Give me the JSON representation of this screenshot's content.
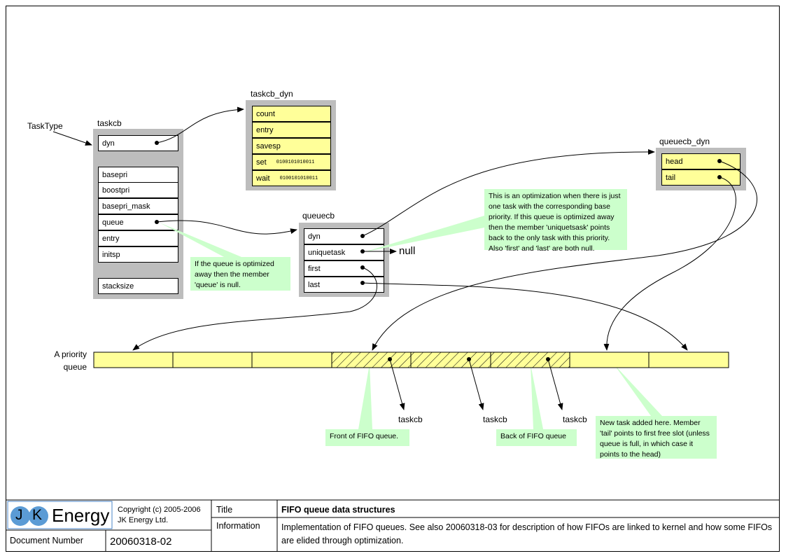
{
  "diagram": {
    "task_type_label": "TaskType",
    "taskcb": {
      "title": "taskcb",
      "fields": [
        "dyn",
        "basepri",
        "boostpri",
        "basepri_mask",
        "queue",
        "entry",
        "initsp",
        "stacksize"
      ]
    },
    "taskcb_dyn": {
      "title": "taskcb_dyn",
      "fields": [
        "count",
        "entry",
        "savesp",
        "set",
        "wait"
      ],
      "set_bits": "0100101010011",
      "wait_bits": "0100101010011"
    },
    "queuecb": {
      "title": "queuecb",
      "fields": [
        "dyn",
        "uniquetask",
        "first",
        "last"
      ]
    },
    "queuecb_dyn": {
      "title": "queuecb_dyn",
      "fields": [
        "head",
        "tail"
      ]
    },
    "null_label": "null",
    "priority_queue_label_1": "A priority",
    "priority_queue_label_2": "queue",
    "taskcb_labels": [
      "taskcb",
      "taskcb",
      "taskcb"
    ],
    "notes": {
      "queue_null": "If the queue is optimized away then the member 'queue' is null.",
      "optimization": "This is an optimization when there is just one task with the corresponding base priority. If this queue is optimized away then the member 'uniquetsask' points back to the only task with this priority. Also 'first' and 'last' are both null.",
      "front": "Front of FIFO queue.",
      "back": "Back of FIFO queue",
      "new_task": "New task added here. Member 'tail' points to first free slot (unless queue is full, in which case it points to the head)"
    },
    "colors": {
      "struct_bg": "#bdbdbd",
      "yellow": "#ffff99",
      "note_green": "#ccffcc"
    }
  },
  "title_block": {
    "logo_j": "J",
    "logo_k": "K",
    "logo_word": "Energy",
    "copyright_1": "Copyright (c) 2005-2006",
    "copyright_2": "JK Energy Ltd.",
    "doc_number_label": "Document Number",
    "doc_number": "20060318-02",
    "title_label": "Title",
    "title": "FIFO queue data structures",
    "info_label": "Information",
    "info": "Implementation of FIFO queues. See also 20060318-03 for description of how FIFOs are linked to kernel and how some FIFOs are elided through optimization."
  }
}
